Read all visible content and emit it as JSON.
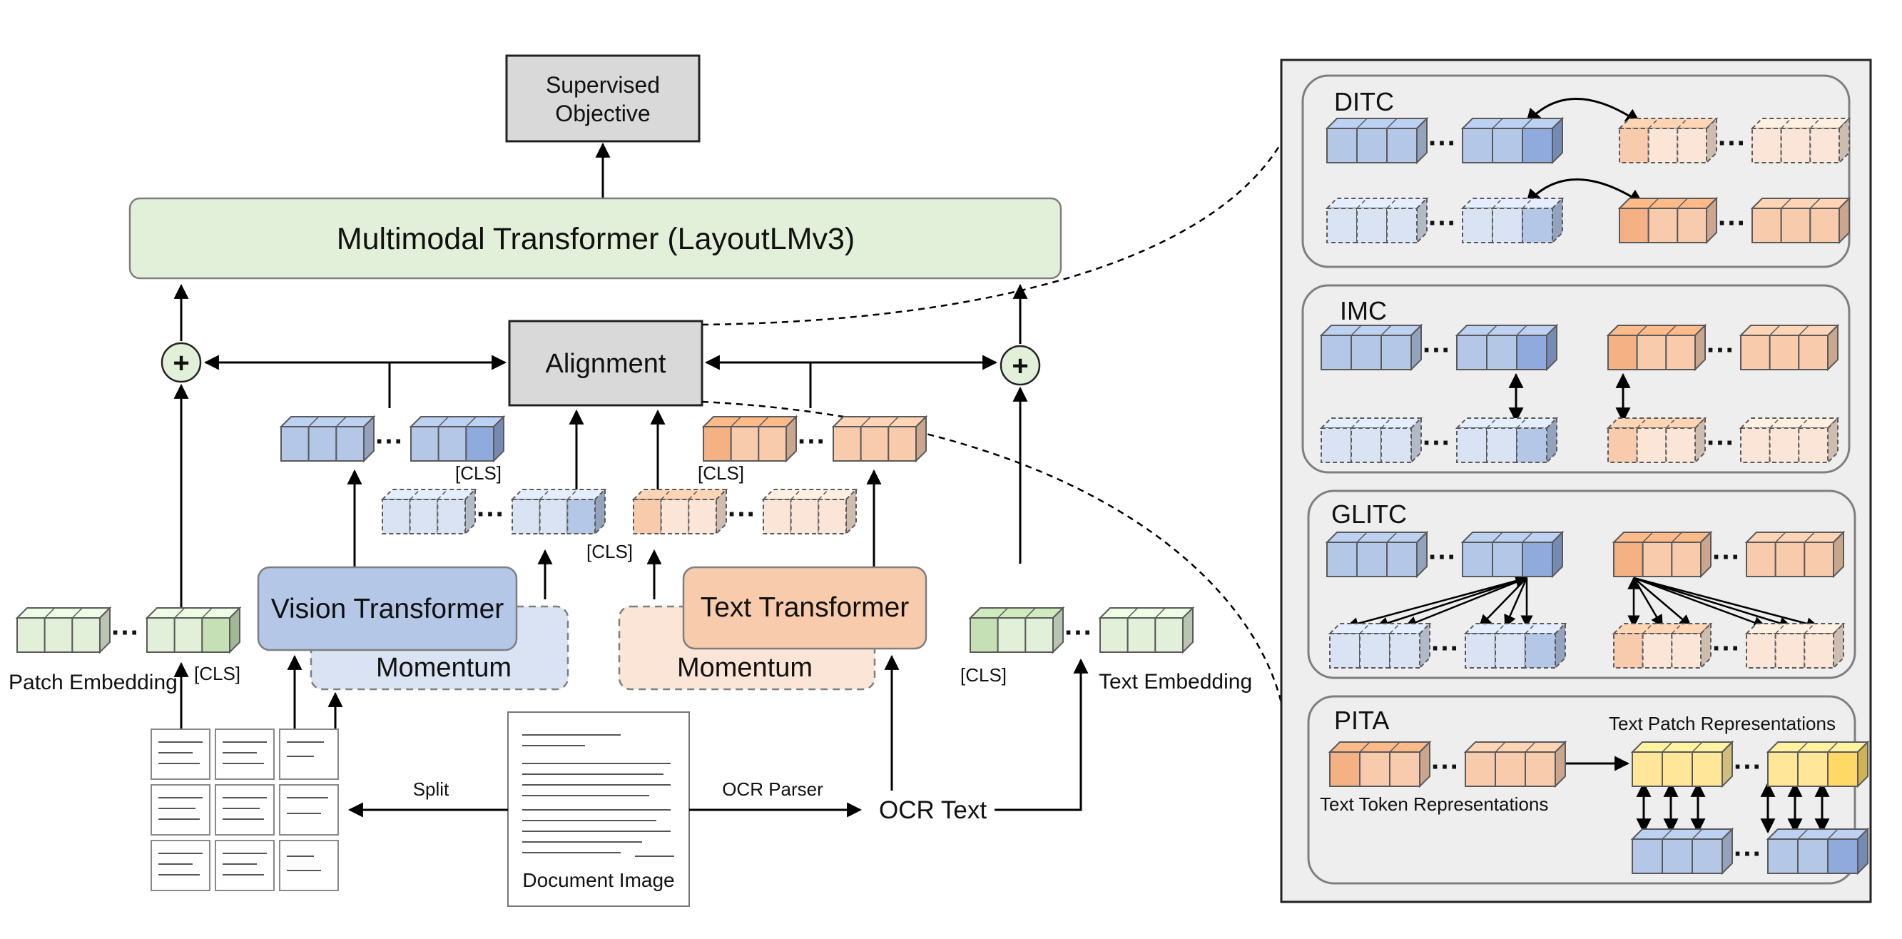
{
  "diagram": {
    "supervised_objective": [
      "Supervised",
      "Objective"
    ],
    "multimodal_transformer": "Multimodal Transformer (LayoutLMv3)",
    "alignment": "Alignment",
    "vision_transformer": "Vision Transformer",
    "text_transformer": "Text Transformer",
    "momentum_vision": "Momentum",
    "momentum_text": "Momentum",
    "cls": "[CLS]",
    "patch_embedding": "Patch Embedding",
    "text_embedding": "Text Embedding",
    "split": "Split",
    "ocr_parser": "OCR Parser",
    "ocr_text": "OCR Text",
    "document_image": "Document Image",
    "plus": "+"
  },
  "objectives": {
    "ditc": "DITC",
    "imc": "IMC",
    "glitc": "GLITC",
    "pita": "PITA",
    "text_patch_representations": "Text Patch Representations",
    "text_token_representations": "Text Token Representations"
  },
  "colors": {
    "blue": "#b4c7e7",
    "blue_dark": "#8faadc",
    "blue_light": "#dae3f3",
    "orange": "#f8cbad",
    "orange_dark": "#f4b183",
    "orange_light": "#fbe5d6",
    "green": "#e2f0d9",
    "green_dark": "#c5e0b4",
    "yellow": "#ffe699",
    "yellow_dark": "#ffd966",
    "gray_box": "#d9d9d9",
    "panel_bg": "#eeeeee",
    "multimodal_bg": "#e2f0d9"
  }
}
